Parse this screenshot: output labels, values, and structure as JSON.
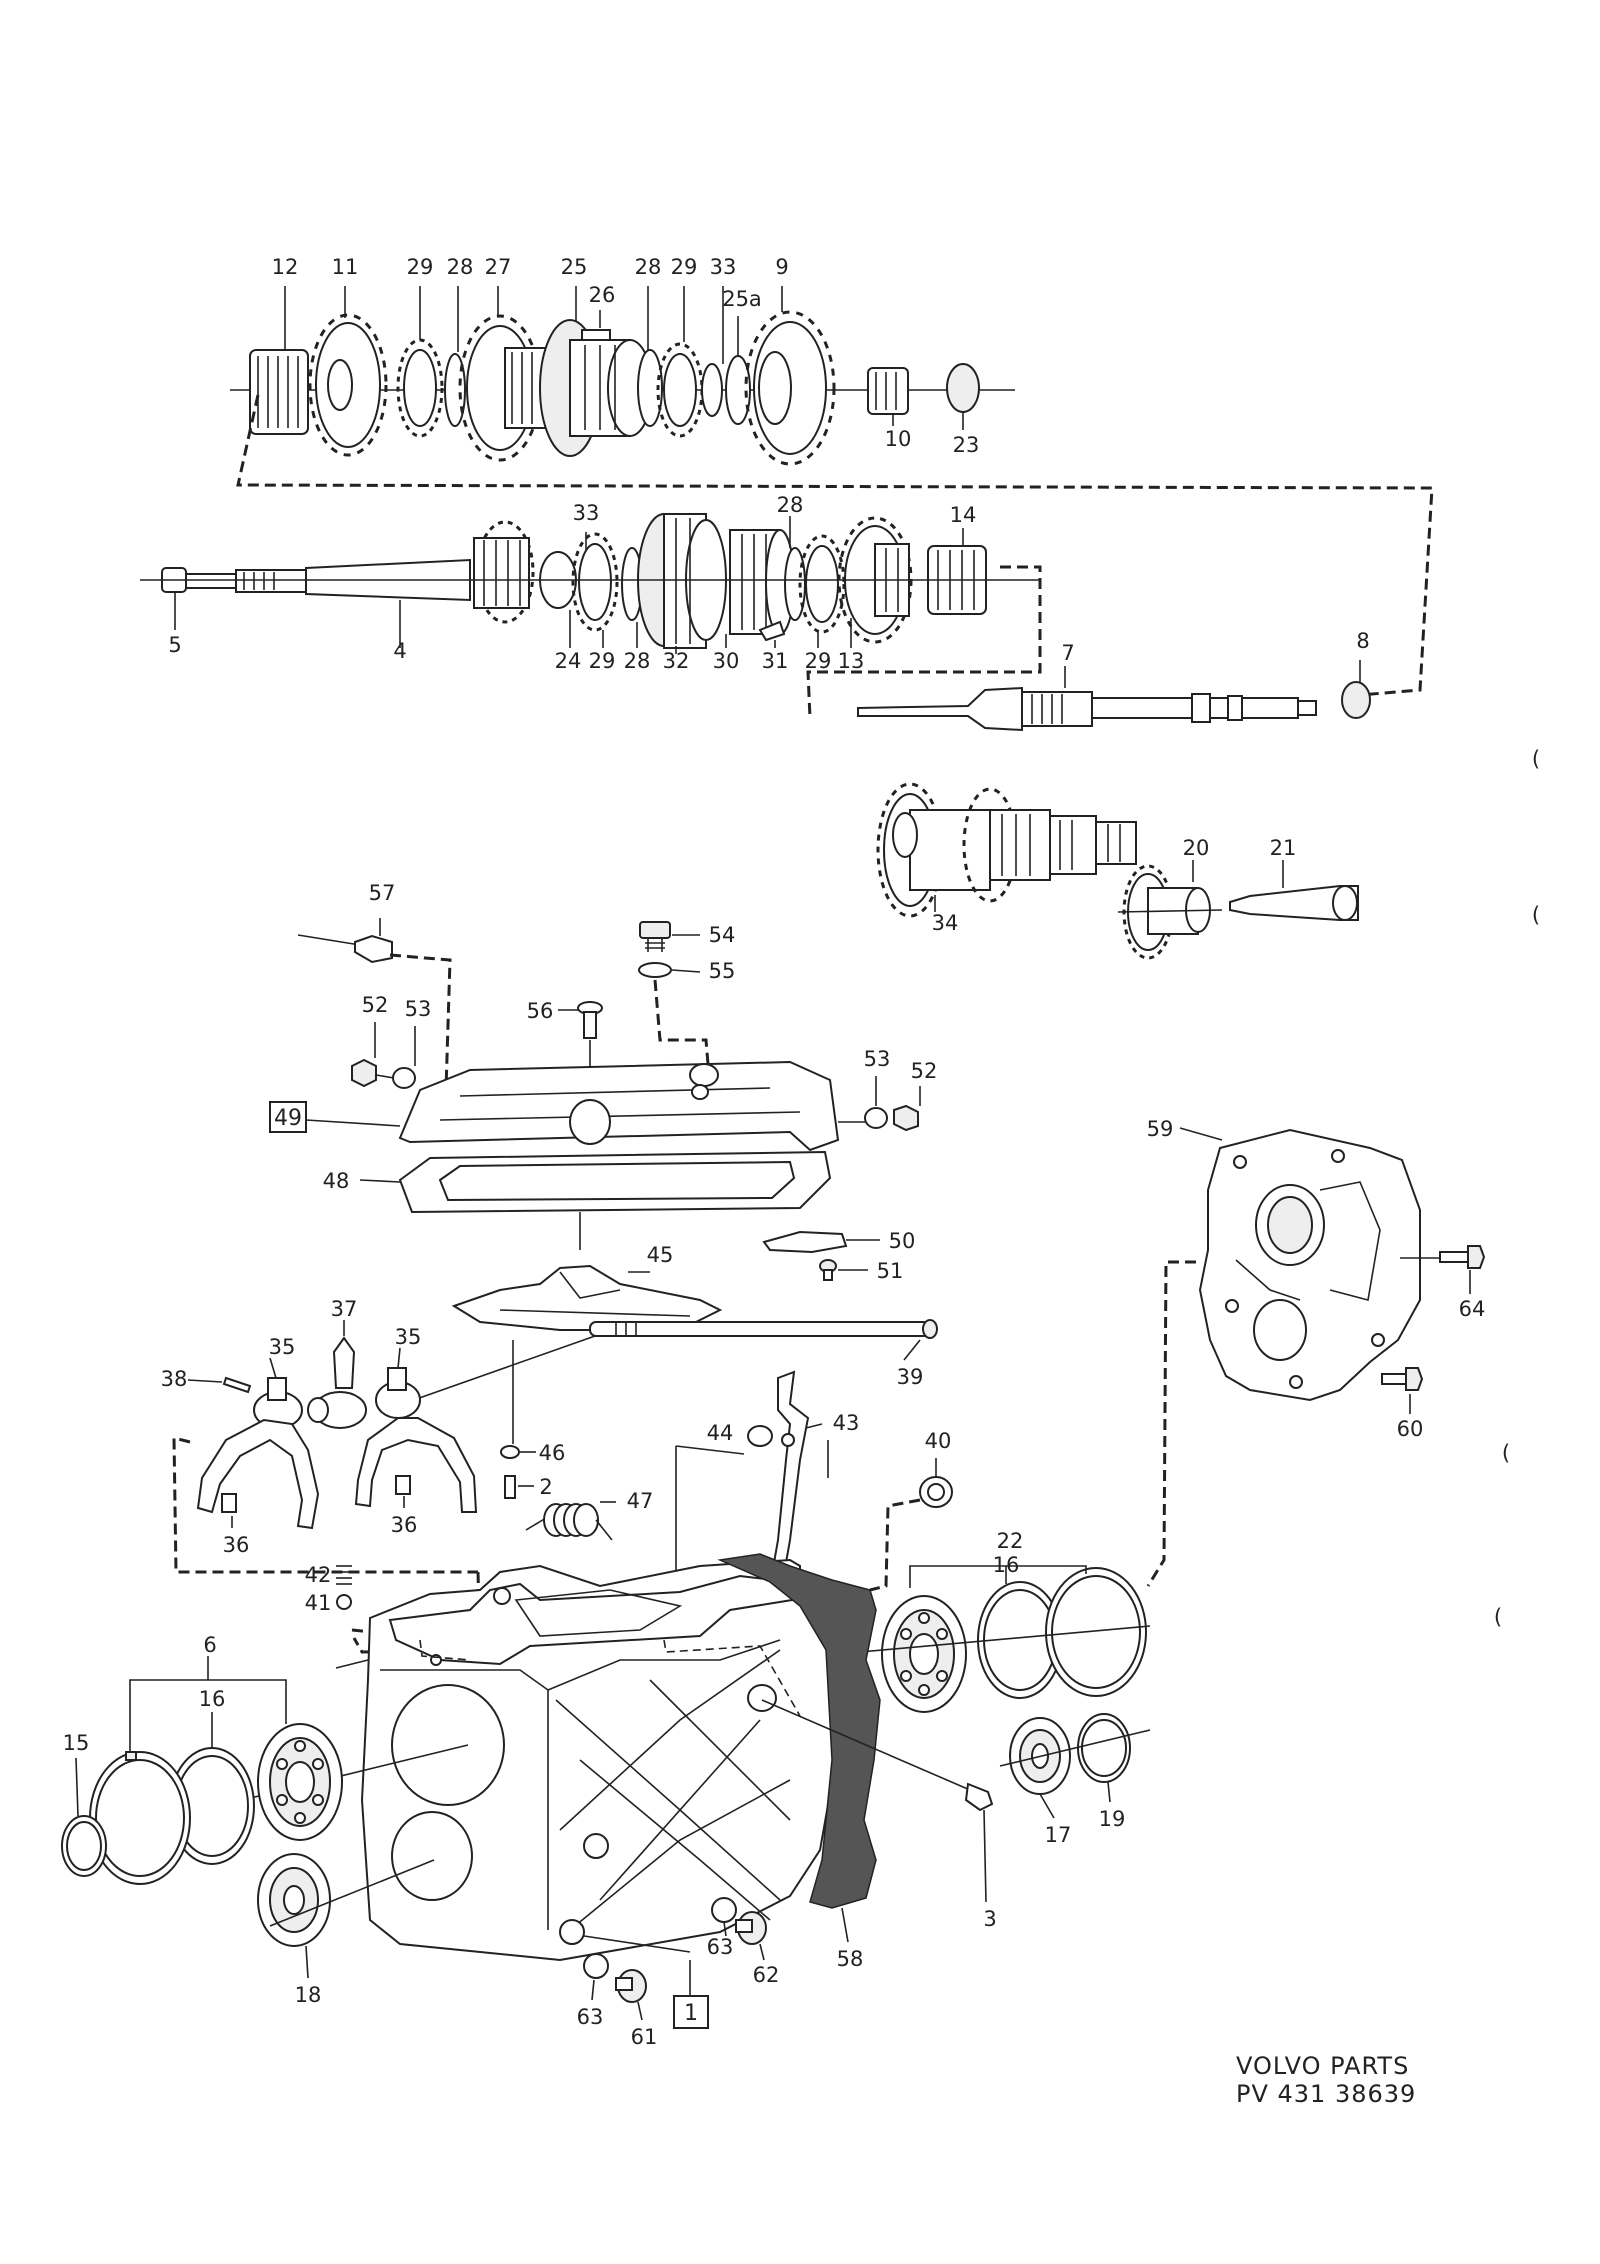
{
  "callouts": {
    "c12": "12",
    "c11": "11",
    "c29a": "29",
    "c28a": "28",
    "c27": "27",
    "c25": "25",
    "c26": "26",
    "c28b": "28",
    "c29b": "29",
    "c33a": "33",
    "c25a": "25a",
    "c9": "9",
    "c10": "10",
    "c23": "23",
    "c33b": "33",
    "c28c": "28",
    "c14": "14",
    "c5": "5",
    "c4": "4",
    "c24": "24",
    "c29c": "29",
    "c28d": "28",
    "c32": "32",
    "c30": "30",
    "c31": "31",
    "c29d": "29",
    "c13": "13",
    "c8": "8",
    "c7": "7",
    "c34": "34",
    "c20": "20",
    "c21": "21",
    "c57": "57",
    "c54": "54",
    "c55": "55",
    "c56": "56",
    "c52a": "52",
    "c53a": "53",
    "c53b": "53",
    "c52b": "52",
    "c49": "49",
    "c48": "48",
    "c50": "50",
    "c51": "51",
    "c45": "45",
    "c59": "59",
    "c64": "64",
    "c60": "60",
    "c37": "37",
    "c35a": "35",
    "c35b": "35",
    "c38": "38",
    "c39": "39",
    "c36a": "36",
    "c36b": "36",
    "c46": "46",
    "c2": "2",
    "c47": "47",
    "c44": "44",
    "c43": "43",
    "c40": "40",
    "c22": "22",
    "c16a": "16",
    "c42": "42",
    "c41": "41",
    "c6": "6",
    "c16b": "16",
    "c15": "15",
    "c18": "18",
    "c17": "17",
    "c19": "19",
    "c3": "3",
    "c58": "58",
    "c63a": "63",
    "c62": "62",
    "c63b": "63",
    "c61": "61",
    "c1": "1"
  },
  "footer": {
    "brand": "VOLVO PARTS",
    "part_number": "PV 431 38639"
  },
  "margin_marks": {
    "m1": "(",
    "m2": "(",
    "m3": "(",
    "m4": "("
  }
}
